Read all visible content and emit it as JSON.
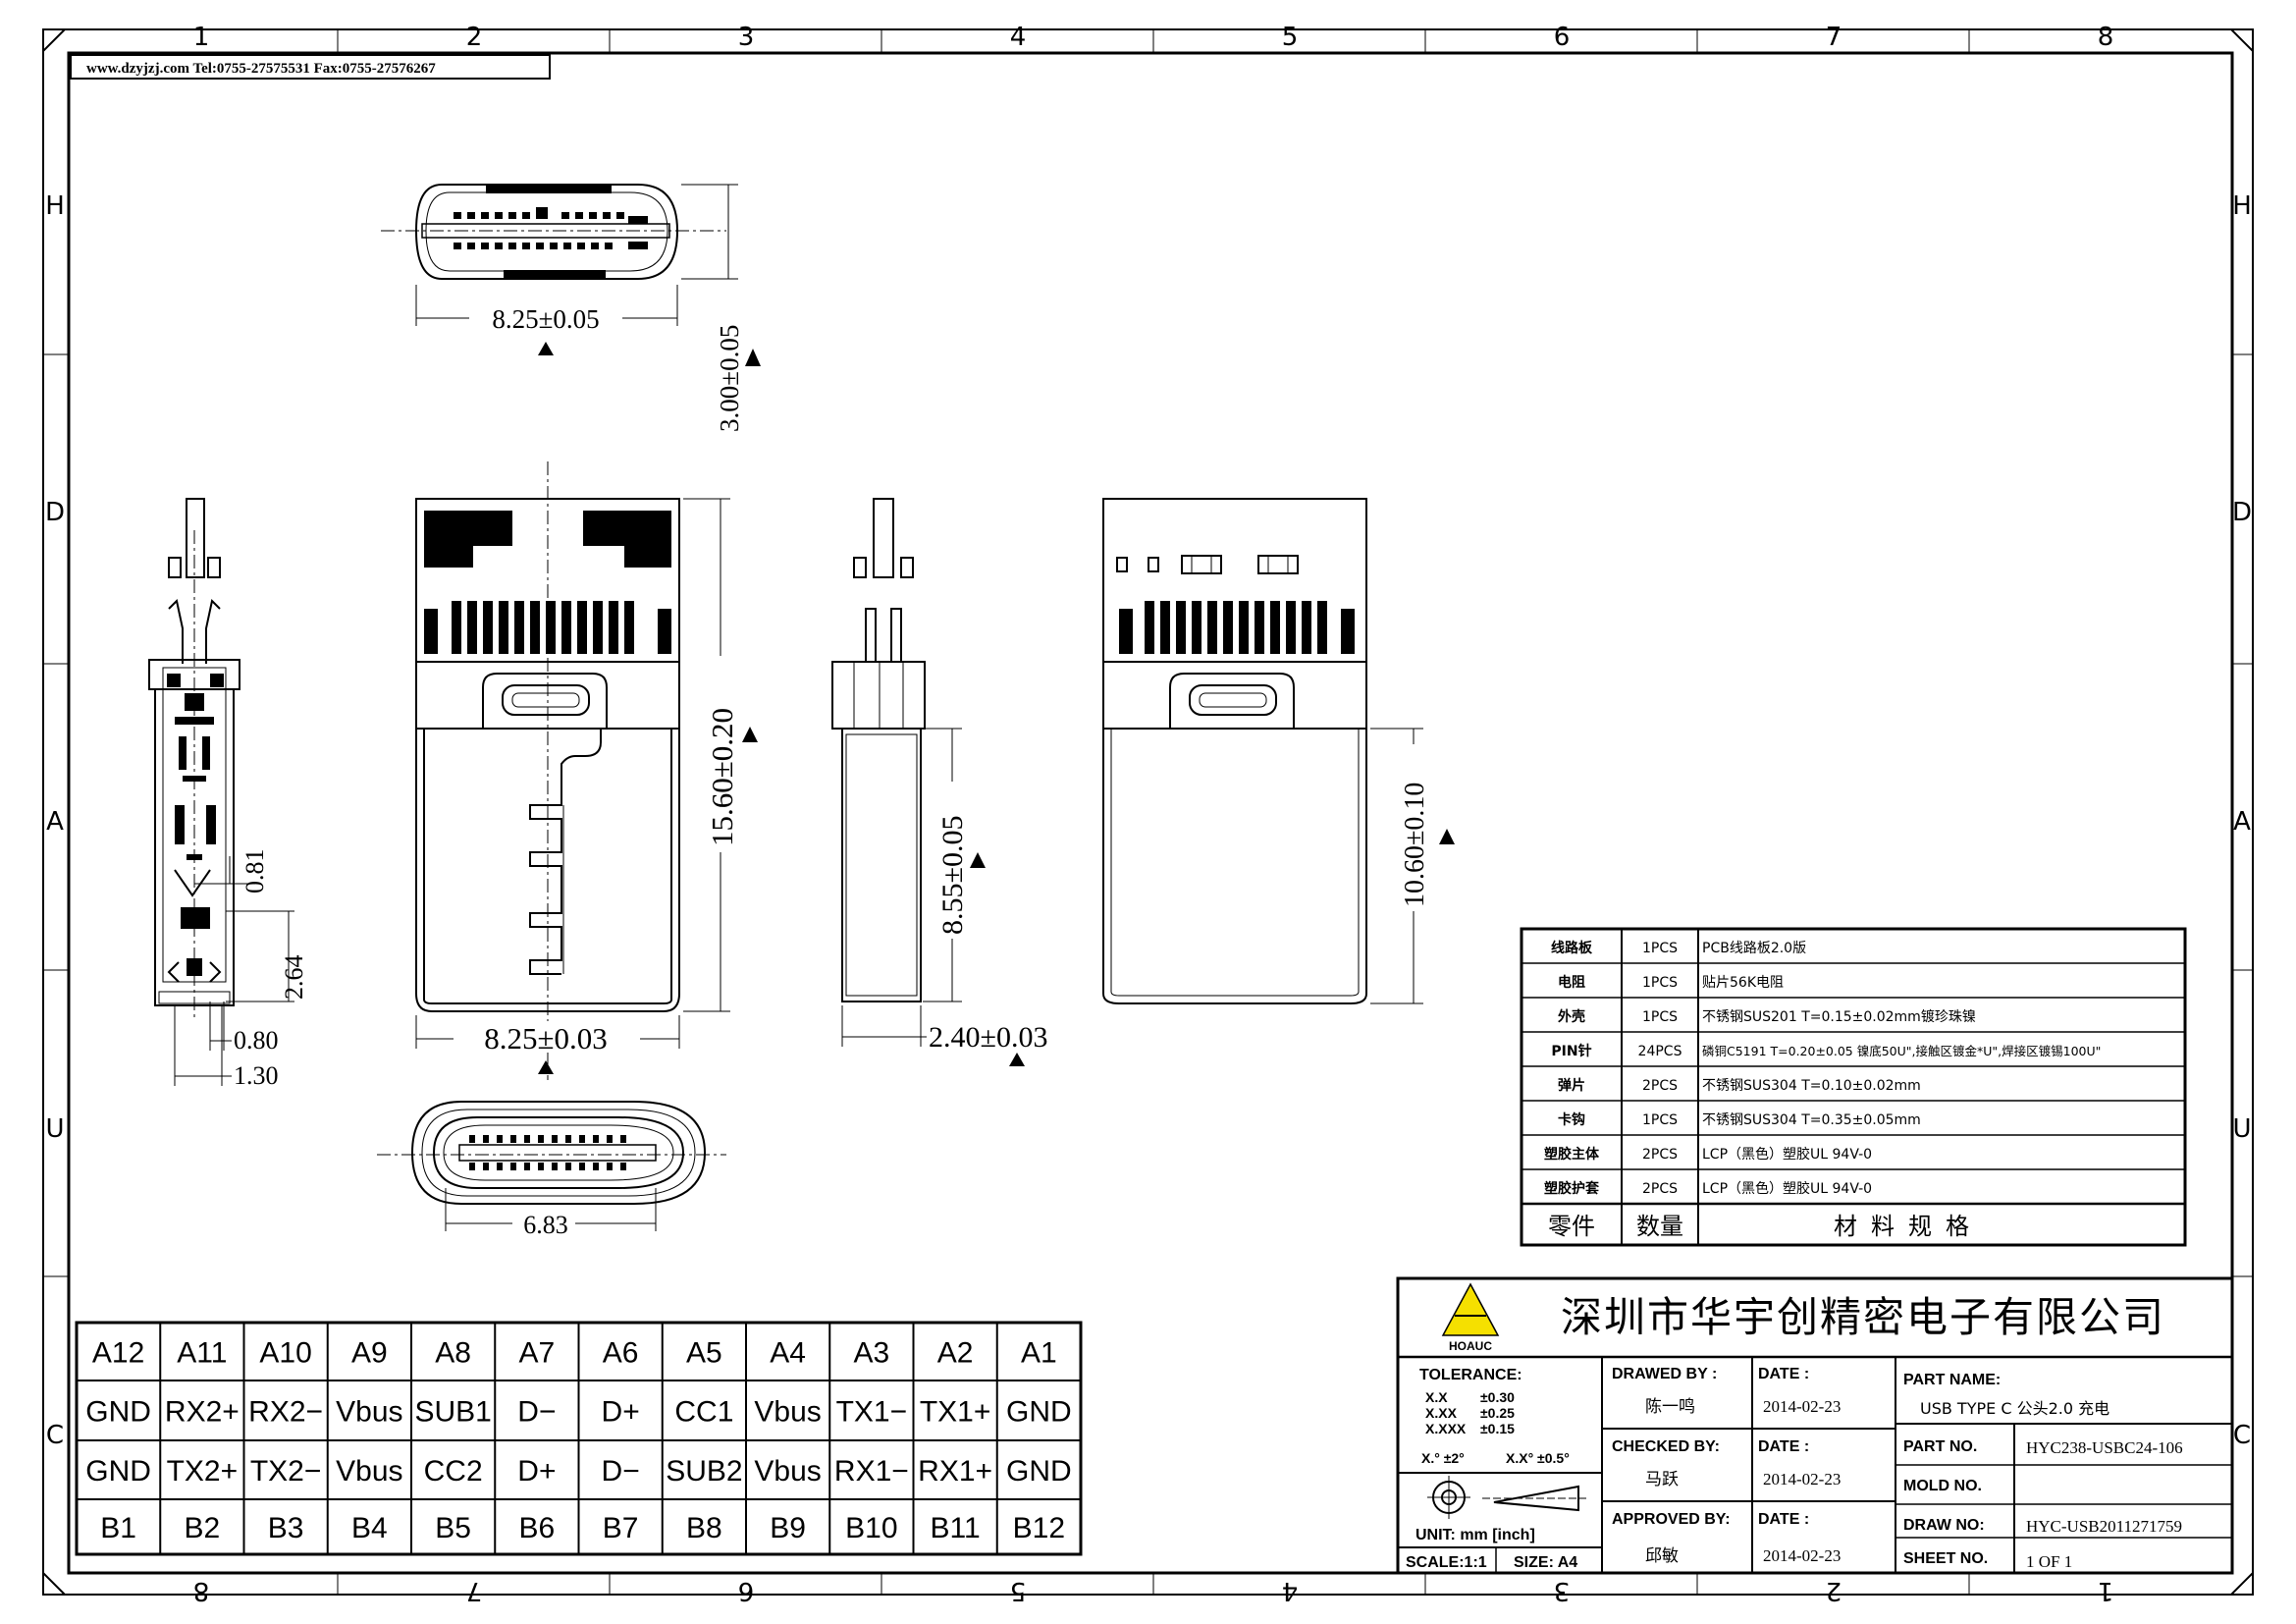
{
  "frame": {
    "top_cols": [
      "1",
      "2",
      "3",
      "4",
      "5",
      "6",
      "7",
      "8"
    ],
    "bottom_cols": [
      "8",
      "7",
      "6",
      "5",
      "4",
      "3",
      "2",
      "1"
    ],
    "left_rows": [
      "H",
      "D",
      "A",
      "U",
      "C"
    ],
    "right_rows": [
      "H",
      "D",
      "A",
      "U",
      "C"
    ]
  },
  "header_note": "www.dzyjzj.com  Tel:0755-27575531  Fax:0755-27576267",
  "dimensions": {
    "top_width": "8.25±0.05",
    "top_height": "3.00±0.05",
    "side_081": "0.81",
    "side_264": "2.64",
    "side_080": "0.80",
    "side_130": "1.30",
    "front_length": "15.60±0.20",
    "front_width": "8.25±0.03",
    "profile_length": "8.55±0.05",
    "profile_thickness": "2.40±0.03",
    "back_length": "10.60±0.10",
    "end_width": "6.83"
  },
  "bom": {
    "rows": [
      {
        "part": "线路板",
        "qty": "1PCS",
        "spec": "PCB线路板2.0版"
      },
      {
        "part": "电阻",
        "qty": "1PCS",
        "spec": "贴片56K电阻"
      },
      {
        "part": "外壳",
        "qty": "1PCS",
        "spec": "不锈钢SUS201 T=0.15±0.02mm镀珍珠镍"
      },
      {
        "part": "PIN针",
        "qty": "24PCS",
        "spec": "磷铜C5191 T=0.20±0.05 镍底50U\",接触区镀金*U\",焊接区镀锡100U\""
      },
      {
        "part": "弹片",
        "qty": "2PCS",
        "spec": "不锈钢SUS304 T=0.10±0.02mm"
      },
      {
        "part": "卡钩",
        "qty": "1PCS",
        "spec": "不锈钢SUS304 T=0.35±0.05mm"
      },
      {
        "part": "塑胶主体",
        "qty": "2PCS",
        "spec": "LCP（黑色）塑胶UL 94V-0"
      },
      {
        "part": "塑胶护套",
        "qty": "2PCS",
        "spec": "LCP（黑色）塑胶UL 94V-0"
      }
    ],
    "header": {
      "part": "零件",
      "qty": "数量",
      "spec": "材料规格"
    }
  },
  "pinout": {
    "rows": [
      [
        "A12",
        "A11",
        "A10",
        "A9",
        "A8",
        "A7",
        "A6",
        "A5",
        "A4",
        "A3",
        "A2",
        "A1"
      ],
      [
        "GND",
        "RX2+",
        "RX2−",
        "Vbus",
        "SUB1",
        "D−",
        "D+",
        "CC1",
        "Vbus",
        "TX1−",
        "TX1+",
        "GND"
      ],
      [
        "GND",
        "TX2+",
        "TX2−",
        "Vbus",
        "CC2",
        "D+",
        "D−",
        "SUB2",
        "Vbus",
        "RX1−",
        "RX1+",
        "GND"
      ],
      [
        "B1",
        "B2",
        "B3",
        "B4",
        "B5",
        "B6",
        "B7",
        "B8",
        "B9",
        "B10",
        "B11",
        "B12"
      ]
    ]
  },
  "title_block": {
    "logo_text": "HOAUC",
    "company": "深圳市华宇创精密电子有限公司",
    "tolerance_label": "TOLERANCE:",
    "tol_xx": "X.X",
    "tol_xx_val": "±0.30",
    "tol_xxx": "X.XX",
    "tol_xxx_val": "±0.25",
    "tol_xxxx": "X.XXX",
    "tol_xxxx_val": "±0.15",
    "tol_ang1": "X.° ±2°",
    "tol_ang2": "X.X° ±0.5°",
    "unit": "UNIT:  mm  [inch]",
    "scale": "SCALE:1:1",
    "size": "SIZE:  A4",
    "drawn_label": "DRAWED  BY :",
    "drawn_name": "陈一鸣",
    "checked_label": "CHECKED  BY:",
    "checked_name": "马跃",
    "approved_label": "APPROVED  BY:",
    "approved_name": "邱敏",
    "date_label": "DATE :",
    "date1": "2014-02-23",
    "date2": "2014-02-23",
    "date3": "2014-02-23",
    "part_name_label": "PART  NAME:",
    "part_name": "USB TYPE C 公头2.0 充电",
    "part_no_label": "PART  NO.",
    "part_no": "HYC238-USBC24-106",
    "mold_no_label": "MOLD  NO.",
    "mold_no": "",
    "draw_no_label": "DRAW  NO:",
    "draw_no": "HYC-USB2011271759",
    "sheet_no_label": "SHEET  NO.",
    "sheet_no": "1 OF 1"
  }
}
